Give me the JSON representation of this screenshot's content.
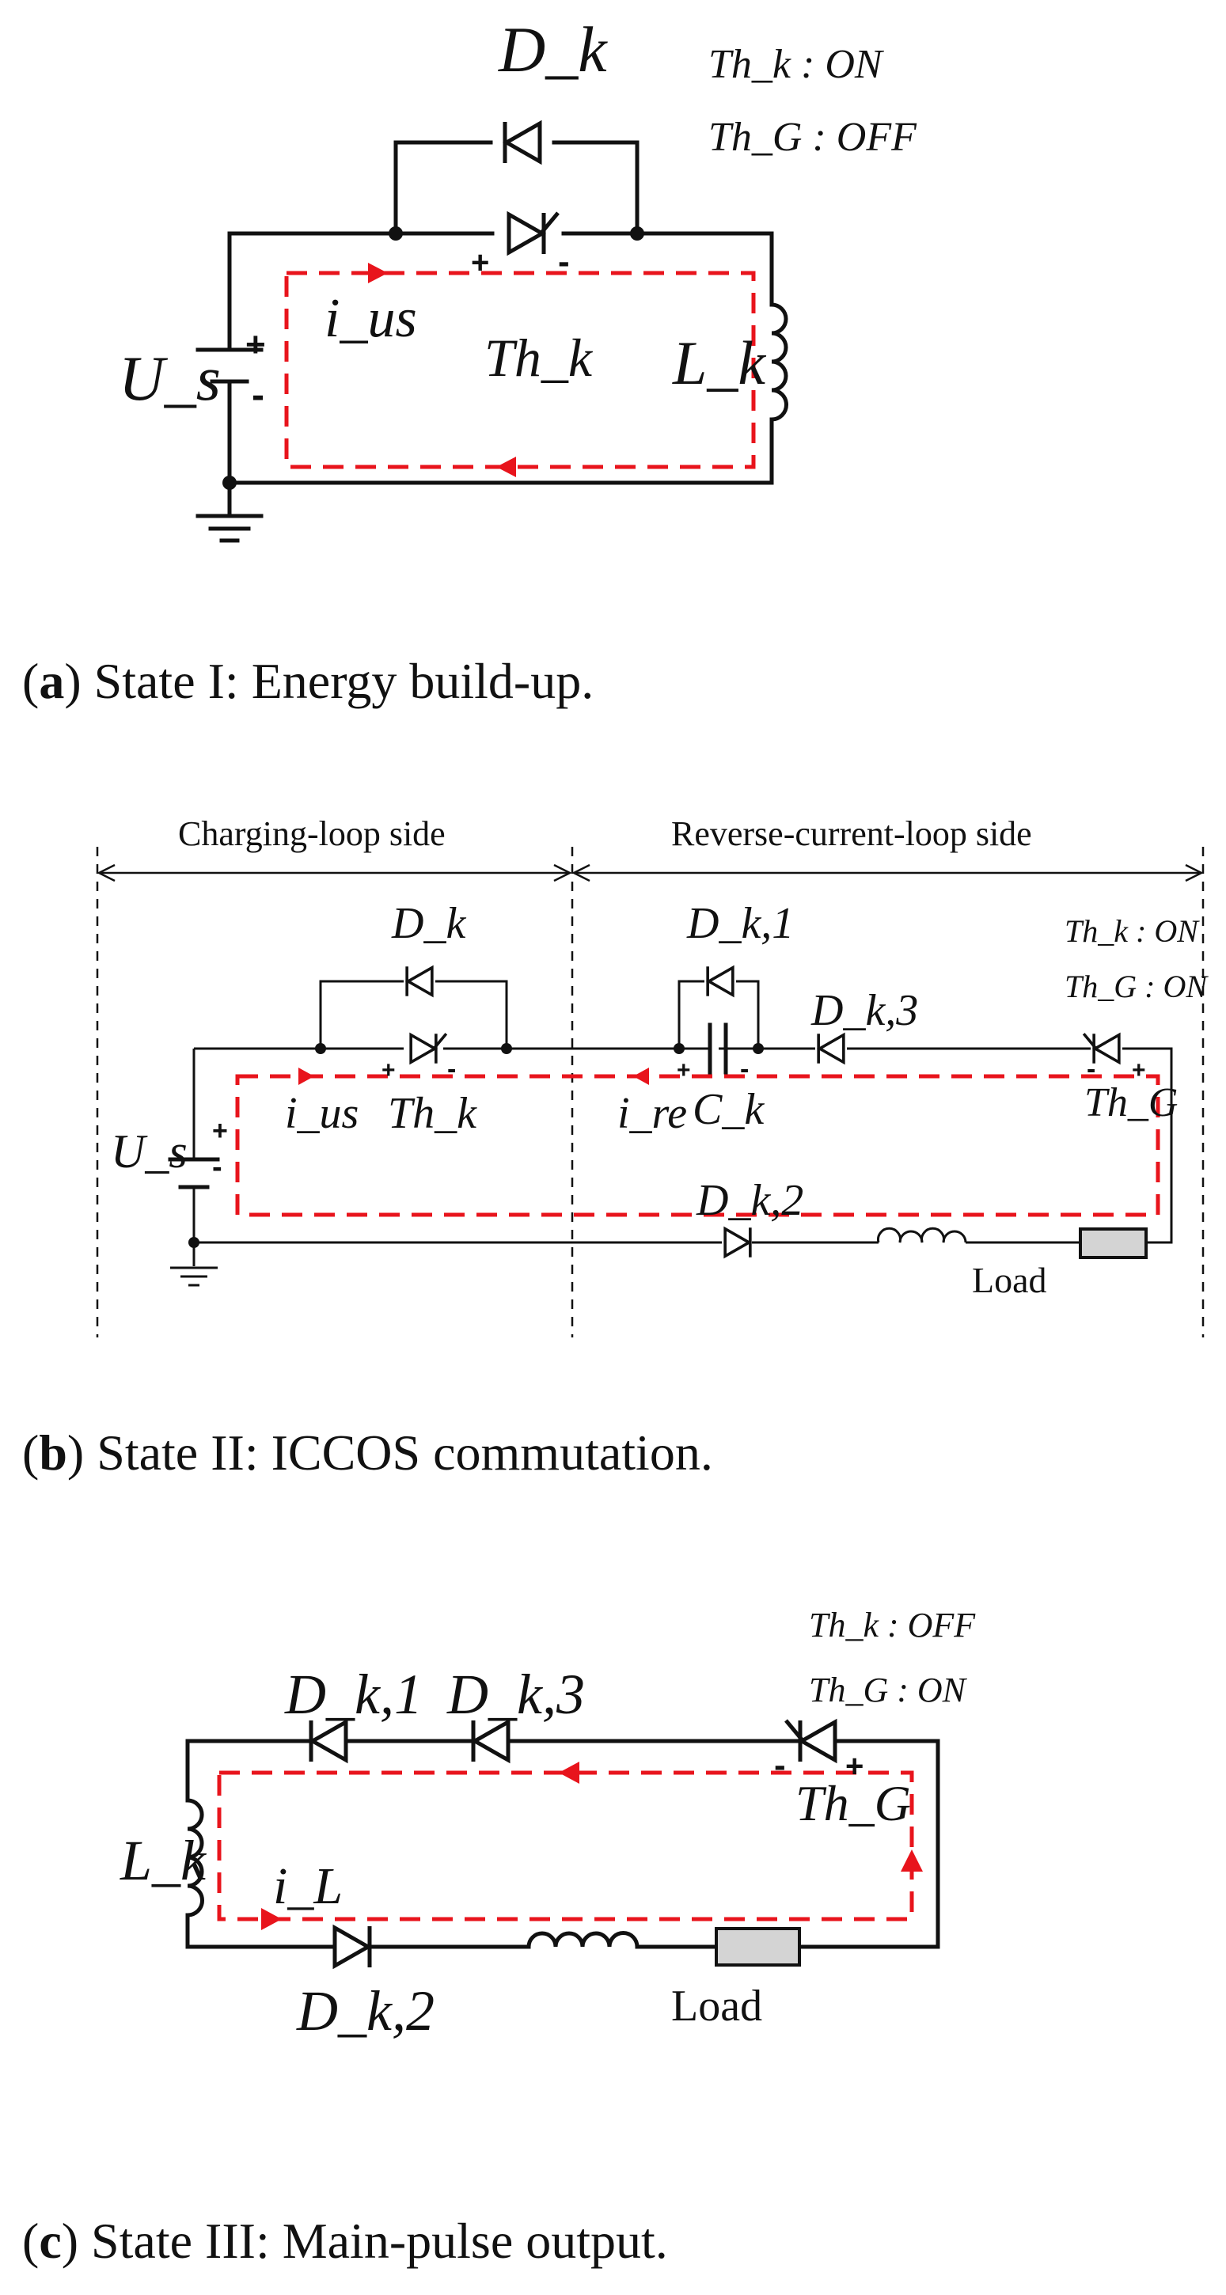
{
  "panel_a": {
    "caption_letter": "a",
    "caption_text": "State I: Energy build-up.",
    "status_thk": "Th_k : ON",
    "status_thg": "Th_G : OFF",
    "label_dk": "D_k",
    "label_thk": "Th_k",
    "label_lk": "L_k",
    "label_us": "U_s",
    "label_current": "i_us",
    "plus": "+",
    "minus": "-"
  },
  "panel_b": {
    "caption_letter": "b",
    "caption_text": "State II: ICCOS commutation.",
    "left_region": "Charging-loop side",
    "right_region": "Reverse-current-loop side",
    "status_thk": "Th_k : ON",
    "status_thg": "Th_G : ON",
    "label_dk": "D_k",
    "label_thk": "Th_k",
    "label_dk1": "D_k,1",
    "label_ck": "C_k",
    "label_dk3": "D_k,3",
    "label_thg": "Th_G",
    "label_dk2": "D_k,2",
    "label_us": "U_s",
    "label_ius": "i_us",
    "label_ire": "i_re",
    "label_load": "Load",
    "plus": "+",
    "minus": "-"
  },
  "panel_c": {
    "caption_letter": "c",
    "caption_text": "State III: Main-pulse output.",
    "status_thk": "Th_k : OFF",
    "status_thg": "Th_G : ON",
    "label_dk1": "D_k,1",
    "label_dk3": "D_k,3",
    "label_thg": "Th_G",
    "label_lk": "L_k",
    "label_il": "i_L",
    "label_dk2": "D_k,2",
    "label_load": "Load",
    "plus": "+",
    "minus": "-"
  }
}
